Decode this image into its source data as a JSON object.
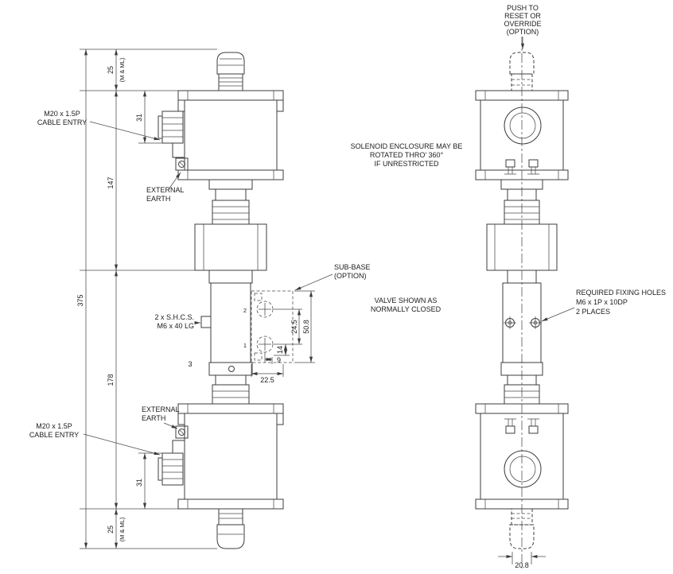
{
  "labels": {
    "push_to_reset": [
      "PUSH TO",
      "RESET OR",
      "OVERRIDE",
      "(OPTION)"
    ],
    "cable_entry_top": [
      "M20 x 1.5P",
      "CABLE ENTRY"
    ],
    "cable_entry_bottom": [
      "M20 x 1.5P",
      "CABLE ENTRY"
    ],
    "external_earth_top": [
      "EXTERNAL",
      "EARTH"
    ],
    "external_earth_bottom": [
      "EXTERNAL",
      "EARTH"
    ],
    "enclosure_note": [
      "SOLENOID ENCLOSURE MAY BE",
      "ROTATED THRO' 360°",
      "IF UNRESTRICTED"
    ],
    "sub_base": [
      "SUB-BASE",
      "(OPTION)"
    ],
    "valve_note": [
      "VALVE SHOWN AS",
      "NORMALLY CLOSED"
    ],
    "shcs": [
      "2 x S.H.C.S.",
      "M6 x 40 LG"
    ],
    "fixing_holes": [
      "REQUIRED FIXING HOLES",
      "M6 x 1P x 10DP",
      "2 PLACES"
    ]
  },
  "dimensions": {
    "overall_height": "375",
    "upper_section": "147",
    "lower_section": "178",
    "top_cap": "25",
    "top_cap_note": "(M & ML)",
    "bottom_cap": "25",
    "bottom_cap_note": "(M & ML)",
    "top_gland": "31",
    "bottom_gland": "31",
    "subbase_height": "50.8",
    "port_pitch": "24.5",
    "hole_v": "14",
    "hole_h": "9",
    "subbase_width": "22.5",
    "spigot_width": "20.8"
  },
  "ports": {
    "p1": "1",
    "p2": "2",
    "p3": "3"
  },
  "colors": {
    "line": "#3c3c3c",
    "text": "#1c1c1c",
    "background": "#ffffff"
  }
}
